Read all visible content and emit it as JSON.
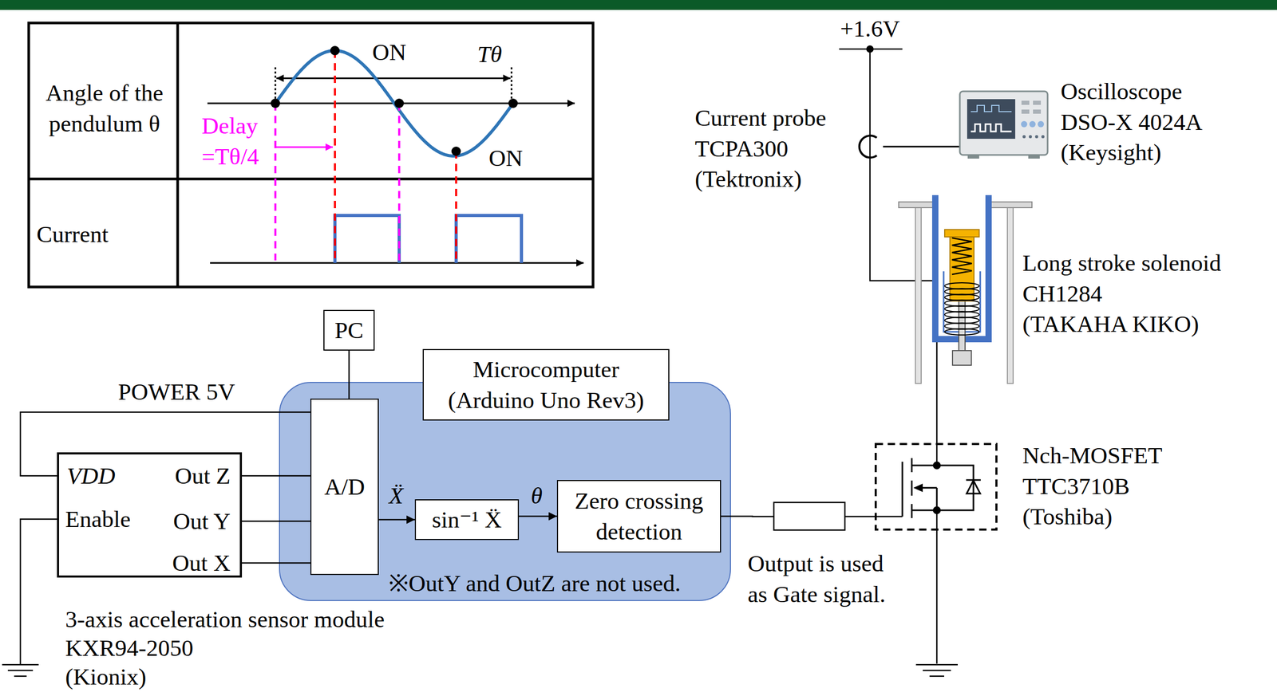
{
  "diagram": {
    "nodes": [
      {
        "text": [
          "PC"
        ]
      },
      {
        "text": [
          "※OutY and OutZ are not used."
        ]
      },
      {
        "text": [
          "Microcomputer (Arduino Uno Rev3)"
        ],
        "in": 1
      },
      {
        "text": [
          "A/D"
        ],
        "in": 1
      },
      {
        "text": [
          "sin⁻¹ Ẍ"
        ],
        "in": 1
      },
      {
        "text": [
          "Zero crossing detection"
        ],
        "in": 1
      },
      {
        "text": [
          "VDD",
          "Enable",
          "Out Z",
          "Out Y",
          "Out X"
        ]
      }
    ],
    "edges": [
      {
        "from": 6,
        "to": 3,
        "arrow": "none"
      },
      {
        "from": 6,
        "to": 3,
        "arrow": "none"
      },
      {
        "from": 6,
        "to": 3,
        "arrow": "none"
      },
      {
        "from": 3,
        "to": 6,
        "arrow": "none",
        "label": "POWER 5V"
      },
      {
        "from": 0,
        "to": 3,
        "arrow": "none"
      },
      {
        "from": 3,
        "to": 4,
        "arrow": "to",
        "label": "Ẍ"
      },
      {
        "from": 4,
        "to": 5,
        "arrow": "to",
        "label": "θ"
      }
    ],
    "labels": [
      "Angle of the pendulum θ",
      "ON",
      "Tθ",
      "Delay =Tθ/4",
      "ON",
      "Current",
      "+1.6V",
      "Current probe TCPA300 (Tektronix)",
      "Oscilloscope DSO-X 4024A (Keysight)",
      "Long stroke solenoid CH1284 (TAKAHA KIKO)",
      "Nch-MOSFET TTC3710B (Toshiba)",
      "Output is used as Gate signal.",
      "3-axis acceleration sensor module KXR94-2050 (Kionix)"
    ]
  }
}
